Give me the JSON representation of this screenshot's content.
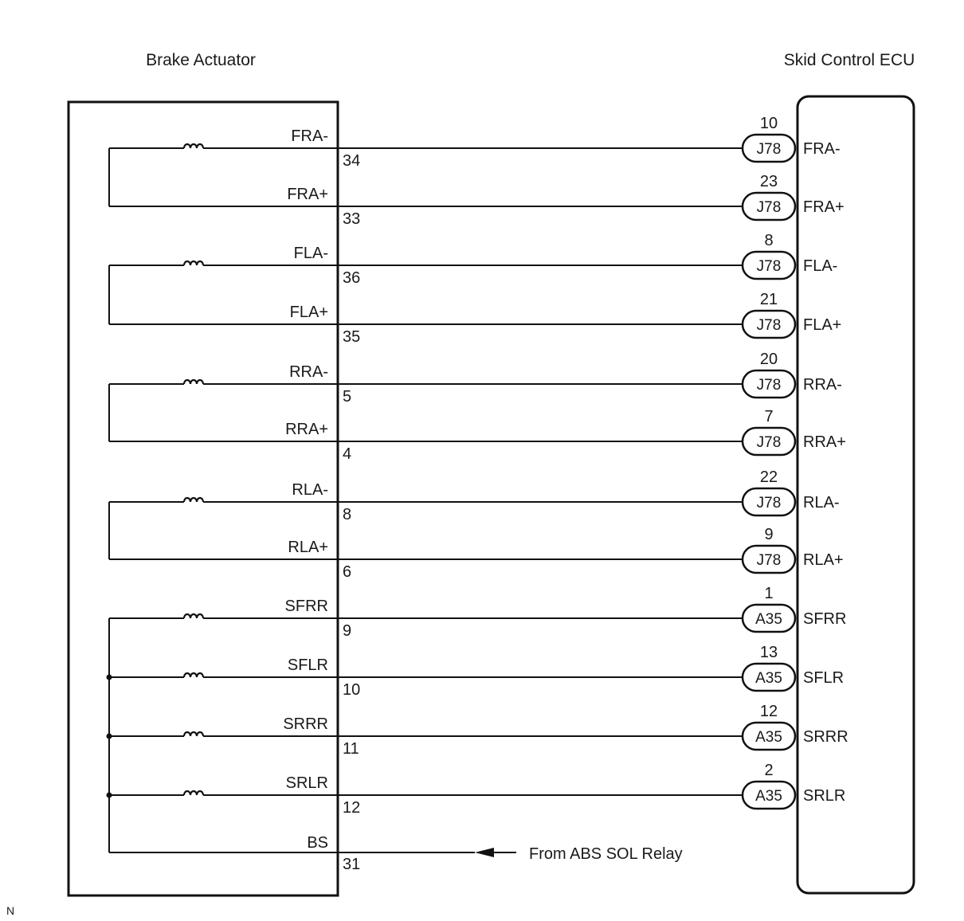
{
  "left_component": {
    "title": "Brake Actuator"
  },
  "right_component": {
    "title": "Skid Control ECU"
  },
  "circuits": [
    {
      "signal": "FRA-",
      "actuator_pin": "34",
      "ecu_pin": "10",
      "connector": "J78",
      "ecu_label": "FRA-",
      "coil": true,
      "bus": "FR"
    },
    {
      "signal": "FRA+",
      "actuator_pin": "33",
      "ecu_pin": "23",
      "connector": "J78",
      "ecu_label": "FRA+",
      "coil": false,
      "bus": "FR"
    },
    {
      "signal": "FLA-",
      "actuator_pin": "36",
      "ecu_pin": "8",
      "connector": "J78",
      "ecu_label": "FLA-",
      "coil": true,
      "bus": "FL"
    },
    {
      "signal": "FLA+",
      "actuator_pin": "35",
      "ecu_pin": "21",
      "connector": "J78",
      "ecu_label": "FLA+",
      "coil": false,
      "bus": "FL"
    },
    {
      "signal": "RRA-",
      "actuator_pin": "5",
      "ecu_pin": "20",
      "connector": "J78",
      "ecu_label": "RRA-",
      "coil": true,
      "bus": "RR"
    },
    {
      "signal": "RRA+",
      "actuator_pin": "4",
      "ecu_pin": "7",
      "connector": "J78",
      "ecu_label": "RRA+",
      "coil": false,
      "bus": "RR"
    },
    {
      "signal": "RLA-",
      "actuator_pin": "8",
      "ecu_pin": "22",
      "connector": "J78",
      "ecu_label": "RLA-",
      "coil": true,
      "bus": "RL"
    },
    {
      "signal": "RLA+",
      "actuator_pin": "6",
      "ecu_pin": "9",
      "connector": "J78",
      "ecu_label": "RLA+",
      "coil": false,
      "bus": "RL"
    },
    {
      "signal": "SFRR",
      "actuator_pin": "9",
      "ecu_pin": "1",
      "connector": "A35",
      "ecu_label": "SFRR",
      "coil": true,
      "bus": "S"
    },
    {
      "signal": "SFLR",
      "actuator_pin": "10",
      "ecu_pin": "13",
      "connector": "A35",
      "ecu_label": "SFLR",
      "coil": true,
      "bus": "S"
    },
    {
      "signal": "SRRR",
      "actuator_pin": "11",
      "ecu_pin": "12",
      "connector": "A35",
      "ecu_label": "SRRR",
      "coil": true,
      "bus": "S"
    },
    {
      "signal": "SRLR",
      "actuator_pin": "12",
      "ecu_pin": "2",
      "connector": "A35",
      "ecu_label": "SRLR",
      "coil": true,
      "bus": "S"
    }
  ],
  "bs_line": {
    "signal": "BS",
    "actuator_pin": "31",
    "note": "From ABS SOL Relay"
  },
  "corner_mark": "N"
}
